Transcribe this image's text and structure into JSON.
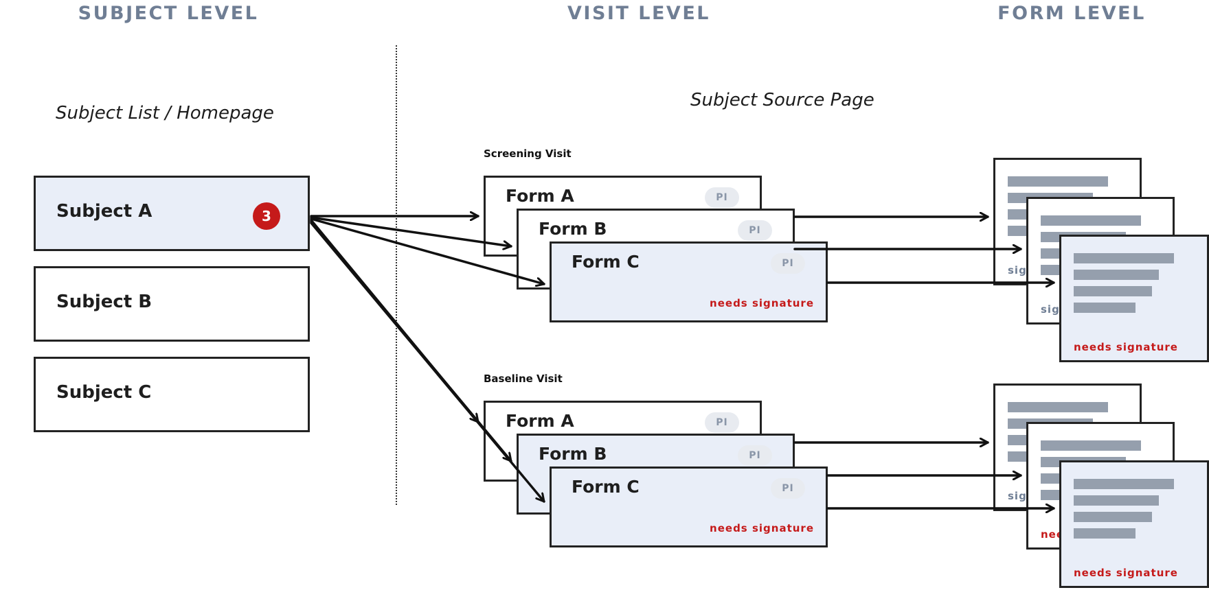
{
  "columns": {
    "subject": "SUBJECT LEVEL",
    "visit": "VISIT LEVEL",
    "form": "FORM LEVEL"
  },
  "subject_list": {
    "title": "Subject List / Homepage",
    "subjects": [
      {
        "name": "Subject A",
        "badge": "3"
      },
      {
        "name": "Subject B"
      },
      {
        "name": "Subject C"
      }
    ]
  },
  "source_page": {
    "title": "Subject Source Page",
    "visits": [
      {
        "label": "Screening Visit",
        "forms": [
          {
            "name": "Form A",
            "role": "PI"
          },
          {
            "name": "Form B",
            "role": "PI"
          },
          {
            "name": "Form C",
            "role": "PI",
            "status": "needs signature"
          }
        ]
      },
      {
        "label": "Baseline Visit",
        "forms": [
          {
            "name": "Form A",
            "role": "PI"
          },
          {
            "name": "Form B",
            "role": "PI"
          },
          {
            "name": "Form C",
            "role": "PI",
            "status": "needs signature"
          }
        ]
      }
    ]
  },
  "form_level": {
    "partial_note": "sig",
    "back_partial_note": "nee",
    "status": "needs signature"
  }
}
